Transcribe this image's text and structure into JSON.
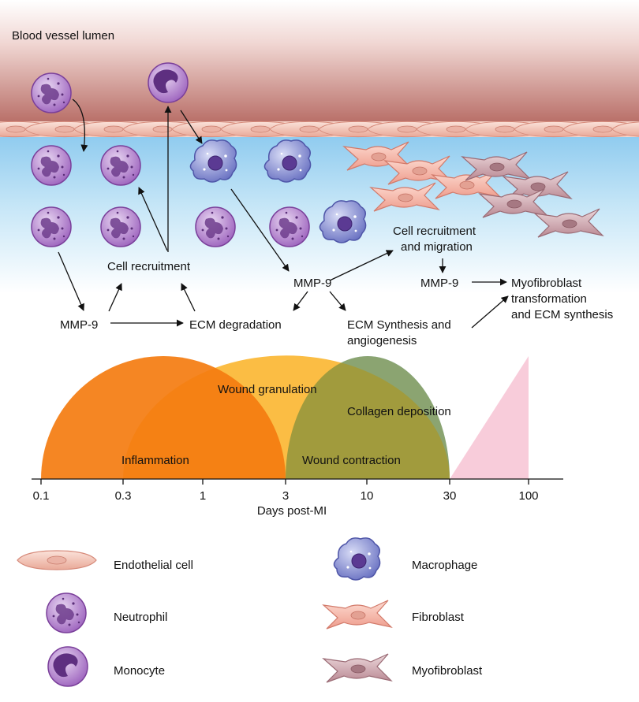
{
  "header": {
    "lumen_label": "Blood vessel lumen"
  },
  "pathway": {
    "mmp9_left": "MMP-9",
    "cell_recruitment": "Cell recruitment",
    "ecm_degradation": "ECM degradation",
    "mmp9_center": "MMP-9",
    "cell_recruitment_migration": [
      "Cell recruitment",
      "and migration"
    ],
    "ecm_synthesis": [
      "ECM Synthesis and",
      "angiogenesis"
    ],
    "mmp9_right": "MMP-9",
    "myofibroblast_transformation": [
      "Myofibroblast",
      "transformation",
      "and ECM synthesis"
    ]
  },
  "timeline": {
    "xlabel": "Days post-MI",
    "ticks": [
      "0.1",
      "0.3",
      "1",
      "3",
      "10",
      "30",
      "100"
    ],
    "phases": [
      {
        "name": "Inflammation",
        "color": "#f47c10"
      },
      {
        "name": "Wound granulation",
        "color": "#fbb42a"
      },
      {
        "name": "Collagen deposition",
        "color": "#a8d8f2"
      },
      {
        "name": "Wound contraction",
        "color": "#7f8f3a"
      }
    ],
    "pink_color": "#f7c6d6"
  },
  "legend": [
    {
      "label": "Endothelial cell",
      "icon": "endothelial-cell-icon"
    },
    {
      "label": "Neutrophil",
      "icon": "neutrophil-icon"
    },
    {
      "label": "Monocyte",
      "icon": "monocyte-icon"
    },
    {
      "label": "Macrophage",
      "icon": "macrophage-icon"
    },
    {
      "label": "Fibroblast",
      "icon": "fibroblast-icon"
    },
    {
      "label": "Myofibroblast",
      "icon": "myofibroblast-icon"
    }
  ],
  "colors": {
    "vessel_wall": "#b8706a",
    "tissue_blue": "#a9d6ef",
    "neutrophil": "#a06ac0",
    "macrophage": "#7b84cc",
    "fibroblast": "#f2a79a",
    "myofibroblast": "#c79aa4"
  }
}
